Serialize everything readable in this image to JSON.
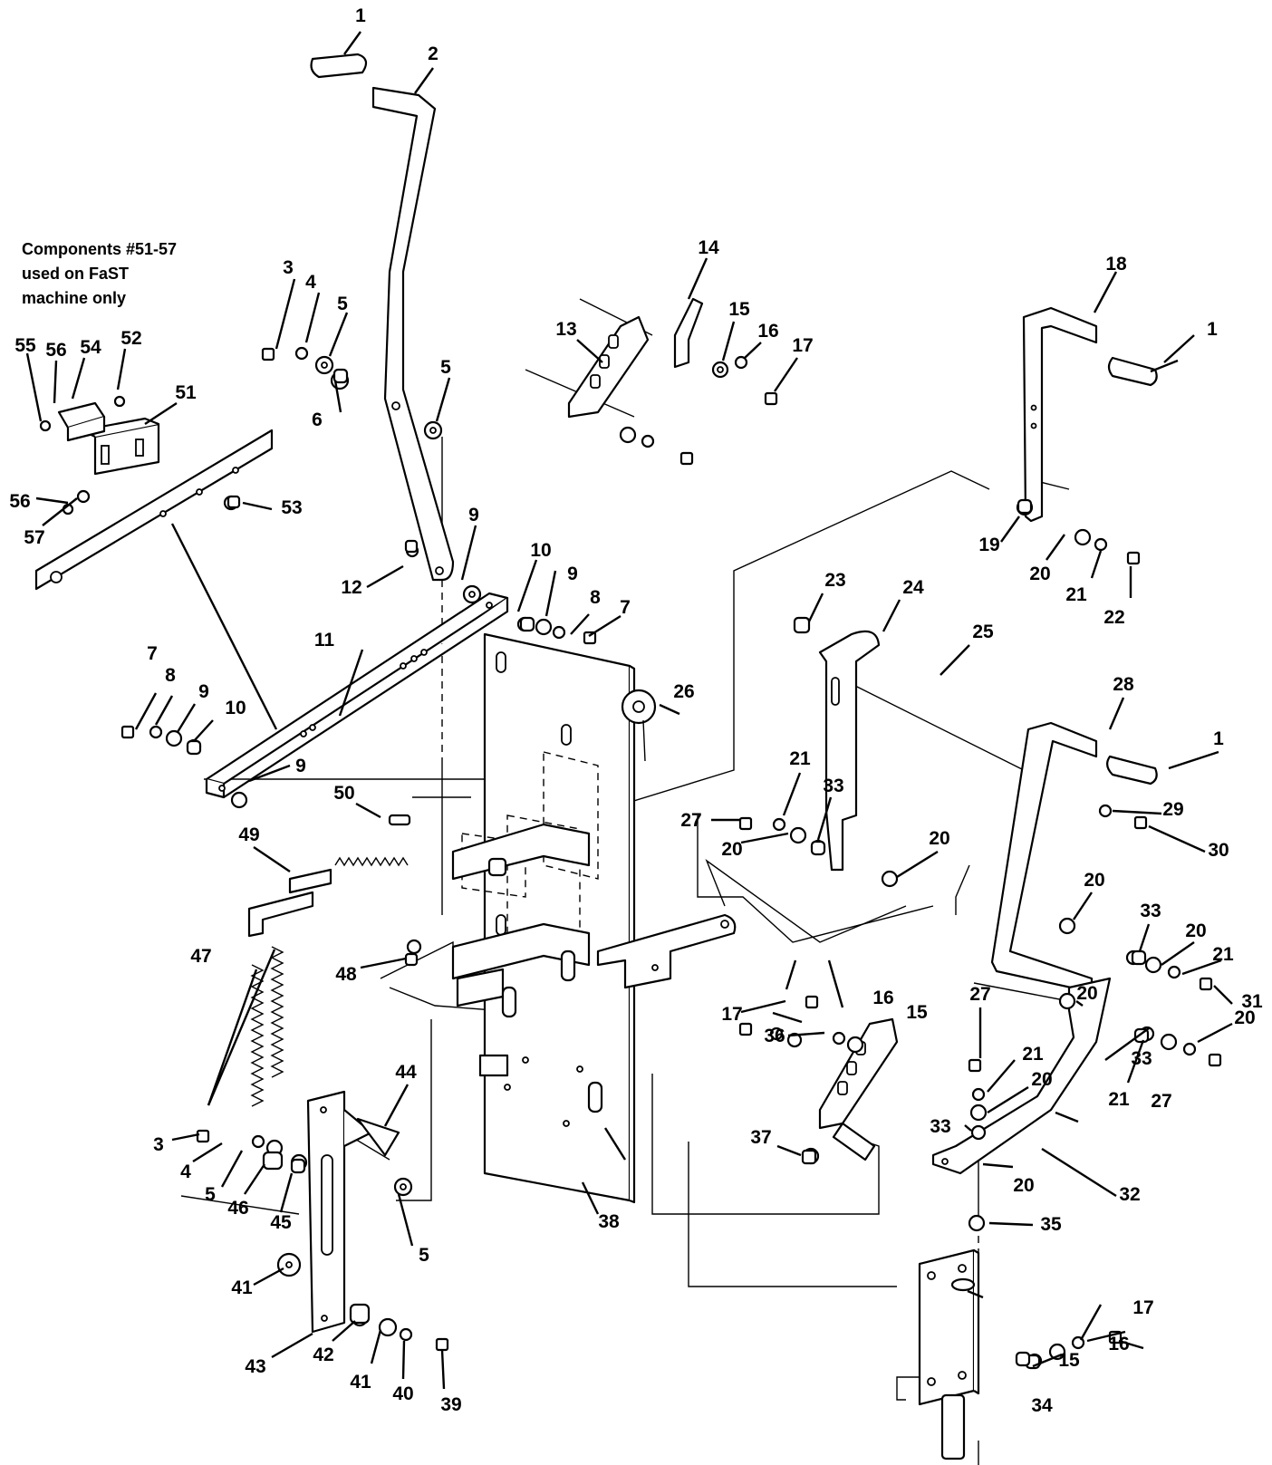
{
  "note": {
    "lines": [
      "Components #51-57",
      "used on FaST",
      "machine only"
    ]
  },
  "callouts": [
    "1",
    "2",
    "3",
    "4",
    "5",
    "5",
    "6",
    "7",
    "8",
    "9",
    "10",
    "9",
    "8",
    "7",
    "9",
    "10",
    "9",
    "11",
    "12",
    "13",
    "14",
    "15",
    "16",
    "17",
    "18",
    "1",
    "19",
    "20",
    "21",
    "22",
    "23",
    "24",
    "25",
    "26",
    "21",
    "33",
    "27",
    "20",
    "20",
    "28",
    "1",
    "29",
    "30",
    "20",
    "33",
    "20",
    "21",
    "31",
    "20",
    "27",
    "21",
    "20",
    "33",
    "20",
    "33",
    "21",
    "27",
    "32",
    "16",
    "15",
    "17",
    "36",
    "37",
    "20",
    "35",
    "17",
    "16",
    "15",
    "34",
    "38",
    "47",
    "48",
    "44",
    "3",
    "4",
    "5",
    "46",
    "45",
    "5",
    "41",
    "43",
    "42",
    "41",
    "40",
    "39",
    "49",
    "50",
    "51",
    "52",
    "54",
    "55",
    "56",
    "56",
    "57",
    "53"
  ]
}
